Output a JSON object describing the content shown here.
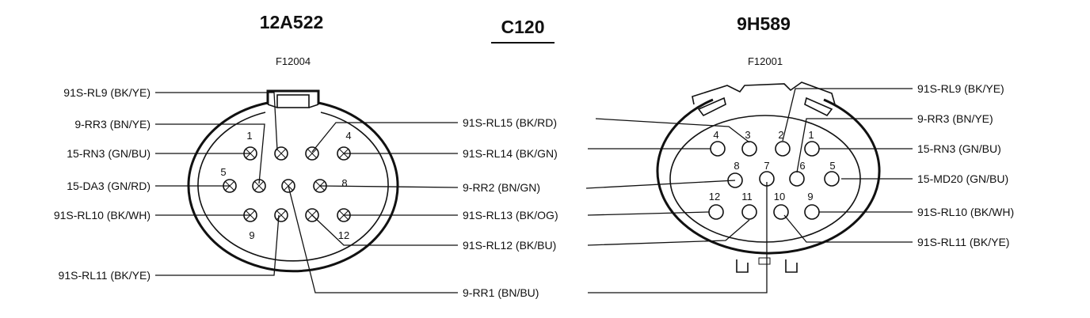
{
  "center_title": "C120",
  "left": {
    "part": "12A522",
    "code": "F12004",
    "left_labels": [
      "91S-RL9 (BK/YE)",
      "9-RR3 (BN/YE)",
      "15-RN3 (GN/BU)",
      "15-DA3 (GN/RD)",
      "91S-RL10 (BK/WH)",
      "91S-RL11 (BK/YE)"
    ],
    "right_labels": [
      "91S-RL15 (BK/RD)",
      "91S-RL14 (BK/GN)",
      "9-RR2 (BN/GN)",
      "91S-RL13 (BK/OG)",
      "91S-RL12 (BK/BU)",
      "9-RR1 (BN/BU)"
    ],
    "pins": [
      "1",
      "4",
      "5",
      "8",
      "9",
      "12"
    ]
  },
  "right": {
    "part": "9H589",
    "code": "F12001",
    "labels": [
      "91S-RL9 (BK/YE)",
      "9-RR3 (BN/YE)",
      "15-RN3 (GN/BU)",
      "15-MD20 (GN/BU)",
      "91S-RL10 (BK/WH)",
      "91S-RL11 (BK/YE)"
    ],
    "pins": [
      "4",
      "3",
      "2",
      "1",
      "8",
      "7",
      "6",
      "5",
      "12",
      "11",
      "10",
      "9"
    ]
  }
}
